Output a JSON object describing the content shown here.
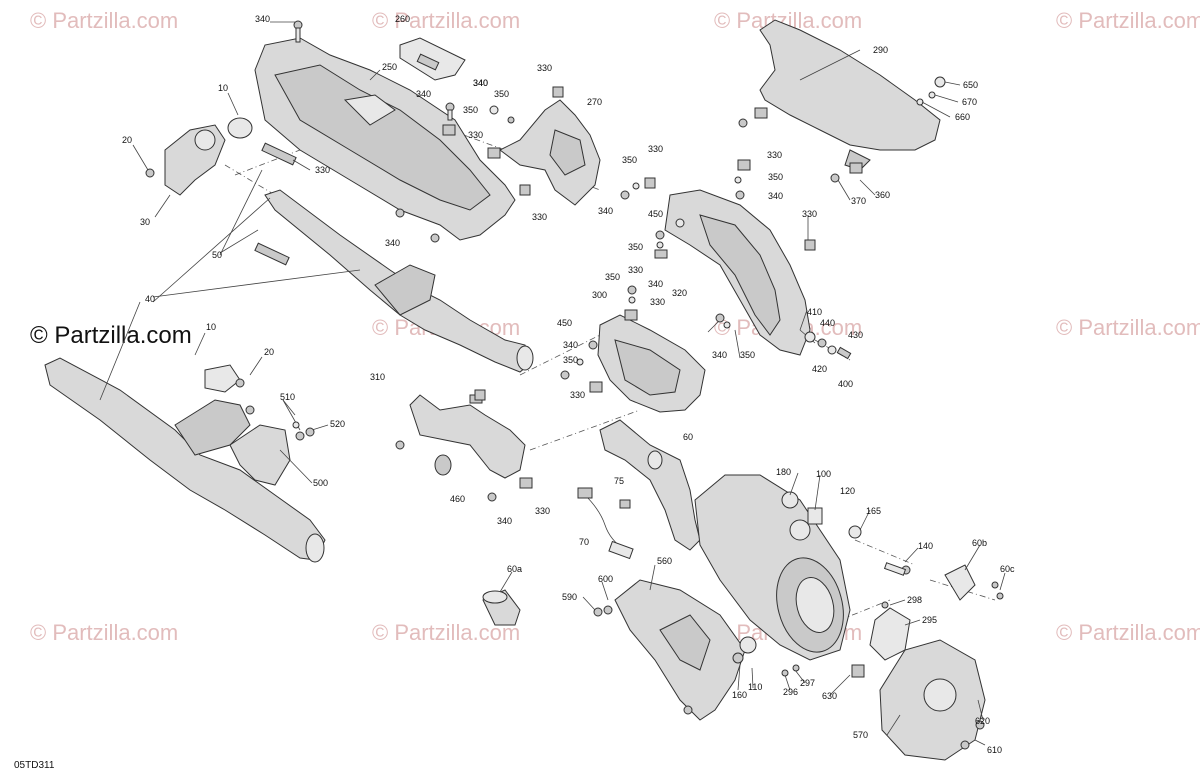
{
  "watermark": {
    "small_text": "© Partzilla.com",
    "main_text": "© Partzilla.com"
  },
  "diagram_code": "05TD311",
  "labels": [
    {
      "id": "p340a",
      "text": "340"
    },
    {
      "id": "p260",
      "text": "260"
    },
    {
      "id": "p250",
      "text": "250"
    },
    {
      "id": "p10a",
      "text": "10"
    },
    {
      "id": "p20a",
      "text": "20"
    },
    {
      "id": "p30",
      "text": "30"
    },
    {
      "id": "p330a",
      "text": "330"
    },
    {
      "id": "p50",
      "text": "50"
    },
    {
      "id": "p340b",
      "text": "340"
    },
    {
      "id": "p340c",
      "text": "340"
    },
    {
      "id": "p350a",
      "text": "350"
    },
    {
      "id": "p340d",
      "text": "340"
    },
    {
      "id": "p330b",
      "text": "330"
    },
    {
      "id": "p340e",
      "text": "340"
    },
    {
      "id": "p350b",
      "text": "350"
    },
    {
      "id": "p330c",
      "text": "330"
    },
    {
      "id": "p270",
      "text": "270"
    },
    {
      "id": "p330d",
      "text": "330"
    },
    {
      "id": "p290",
      "text": "290"
    },
    {
      "id": "p650",
      "text": "650"
    },
    {
      "id": "p670",
      "text": "670"
    },
    {
      "id": "p660",
      "text": "660"
    },
    {
      "id": "p330e",
      "text": "330"
    },
    {
      "id": "p350c",
      "text": "350"
    },
    {
      "id": "p340f",
      "text": "340"
    },
    {
      "id": "p370",
      "text": "370"
    },
    {
      "id": "p360",
      "text": "360"
    },
    {
      "id": "p350d",
      "text": "350"
    },
    {
      "id": "p330f",
      "text": "330"
    },
    {
      "id": "p340g",
      "text": "340"
    },
    {
      "id": "p450a",
      "text": "450"
    },
    {
      "id": "p330g",
      "text": "330"
    },
    {
      "id": "p350e",
      "text": "350"
    },
    {
      "id": "p330h",
      "text": "330"
    },
    {
      "id": "p350f",
      "text": "350"
    },
    {
      "id": "p340h",
      "text": "340"
    },
    {
      "id": "p300",
      "text": "300"
    },
    {
      "id": "p330i",
      "text": "330"
    },
    {
      "id": "p320",
      "text": "320"
    },
    {
      "id": "p410",
      "text": "410"
    },
    {
      "id": "p440",
      "text": "440"
    },
    {
      "id": "p430",
      "text": "430"
    },
    {
      "id": "p420",
      "text": "420"
    },
    {
      "id": "p400",
      "text": "400"
    },
    {
      "id": "p340i",
      "text": "340"
    },
    {
      "id": "p350g",
      "text": "350"
    },
    {
      "id": "p40",
      "text": "40"
    },
    {
      "id": "p10b",
      "text": "10"
    },
    {
      "id": "p20b",
      "text": "20"
    },
    {
      "id": "p450b",
      "text": "450"
    },
    {
      "id": "p340j",
      "text": "340"
    },
    {
      "id": "p350h",
      "text": "350"
    },
    {
      "id": "p330j",
      "text": "330"
    },
    {
      "id": "p310",
      "text": "310"
    },
    {
      "id": "p510",
      "text": "510"
    },
    {
      "id": "p520",
      "text": "520"
    },
    {
      "id": "p500",
      "text": "500"
    },
    {
      "id": "p460",
      "text": "460"
    },
    {
      "id": "p340k",
      "text": "340"
    },
    {
      "id": "p330k",
      "text": "330"
    },
    {
      "id": "p60",
      "text": "60"
    },
    {
      "id": "p75",
      "text": "75"
    },
    {
      "id": "p70",
      "text": "70"
    },
    {
      "id": "p180",
      "text": "180"
    },
    {
      "id": "p100",
      "text": "100"
    },
    {
      "id": "p120",
      "text": "120"
    },
    {
      "id": "p165",
      "text": "165"
    },
    {
      "id": "p140",
      "text": "140"
    },
    {
      "id": "p60b",
      "text": "60b"
    },
    {
      "id": "p60c",
      "text": "60c"
    },
    {
      "id": "p60a",
      "text": "60a"
    },
    {
      "id": "p560",
      "text": "560"
    },
    {
      "id": "p600",
      "text": "600"
    },
    {
      "id": "p590",
      "text": "590"
    },
    {
      "id": "p298",
      "text": "298"
    },
    {
      "id": "p295",
      "text": "295"
    },
    {
      "id": "p297",
      "text": "297"
    },
    {
      "id": "p296",
      "text": "296"
    },
    {
      "id": "p160",
      "text": "160"
    },
    {
      "id": "p110",
      "text": "110"
    },
    {
      "id": "p630",
      "text": "630"
    },
    {
      "id": "p570",
      "text": "570"
    },
    {
      "id": "p620",
      "text": "620"
    },
    {
      "id": "p610",
      "text": "610"
    }
  ]
}
